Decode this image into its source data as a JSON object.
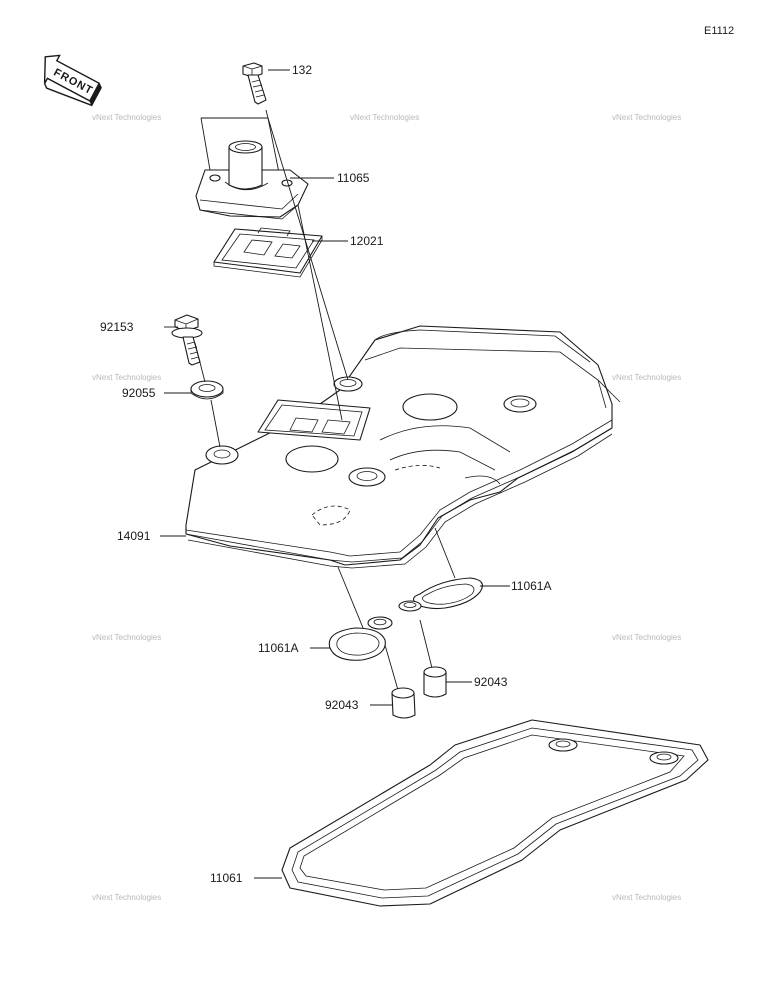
{
  "diagram_code": "E1112",
  "front_label": "FRONT",
  "watermark": "vNext Technologies",
  "parts": [
    {
      "id": "p132",
      "label": "132"
    },
    {
      "id": "p11065",
      "label": "11065"
    },
    {
      "id": "p12021",
      "label": "12021"
    },
    {
      "id": "p92153",
      "label": "92153"
    },
    {
      "id": "p92055",
      "label": "92055"
    },
    {
      "id": "p14091",
      "label": "14091"
    },
    {
      "id": "p11061A_r",
      "label": "11061A"
    },
    {
      "id": "p11061A_l",
      "label": "11061A"
    },
    {
      "id": "p92043_r",
      "label": "92043"
    },
    {
      "id": "p92043_l",
      "label": "92043"
    },
    {
      "id": "p11061",
      "label": "11061"
    }
  ]
}
